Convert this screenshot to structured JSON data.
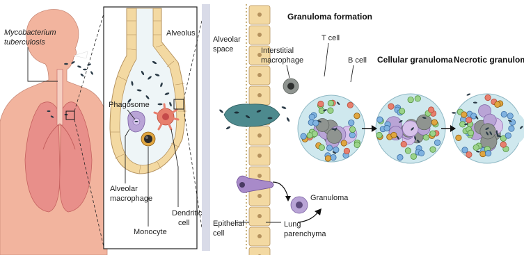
{
  "labels": {
    "mycobacterium_line1": "Mycobacterium",
    "mycobacterium_line2": "tuberculosis",
    "alveolus": "Alveolus",
    "phagosome": "Phagosome",
    "alveolar_macrophage_line1": "Alveolar",
    "alveolar_macrophage_line2": "macrophage",
    "monocyte": "Monocyte",
    "dendritic_line1": "Dendritic",
    "dendritic_line2": "cell",
    "alveolar_space_line1": "Alveolar",
    "alveolar_space_line2": "space",
    "interstitial_line1": "Interstitial",
    "interstitial_line2": "macrophage",
    "t_cell": "T cell",
    "b_cell": "B cell",
    "granuloma": "Granuloma",
    "epithelial_line1": "Epithelial",
    "epithelial_line2": "cell",
    "lung_line1": "Lung",
    "lung_line2": "parenchyma"
  },
  "headings": {
    "granuloma_formation": "Granuloma formation",
    "cellular_granuloma": "Cellular granuloma",
    "necrotic_granuloma": "Necrotic granuloma"
  },
  "colors": {
    "skin": "#f2b49e",
    "lung": "#e88f8a",
    "alveolus_fill": "#eef5f7",
    "epithelium": "#f3d9a2",
    "panel_bg": "#d9dbe8",
    "granuloma_fill": "#cfe8ee",
    "macrophage": "#b9a4d6",
    "bacteria": "#2a3a46",
    "arrow": "#111111"
  }
}
